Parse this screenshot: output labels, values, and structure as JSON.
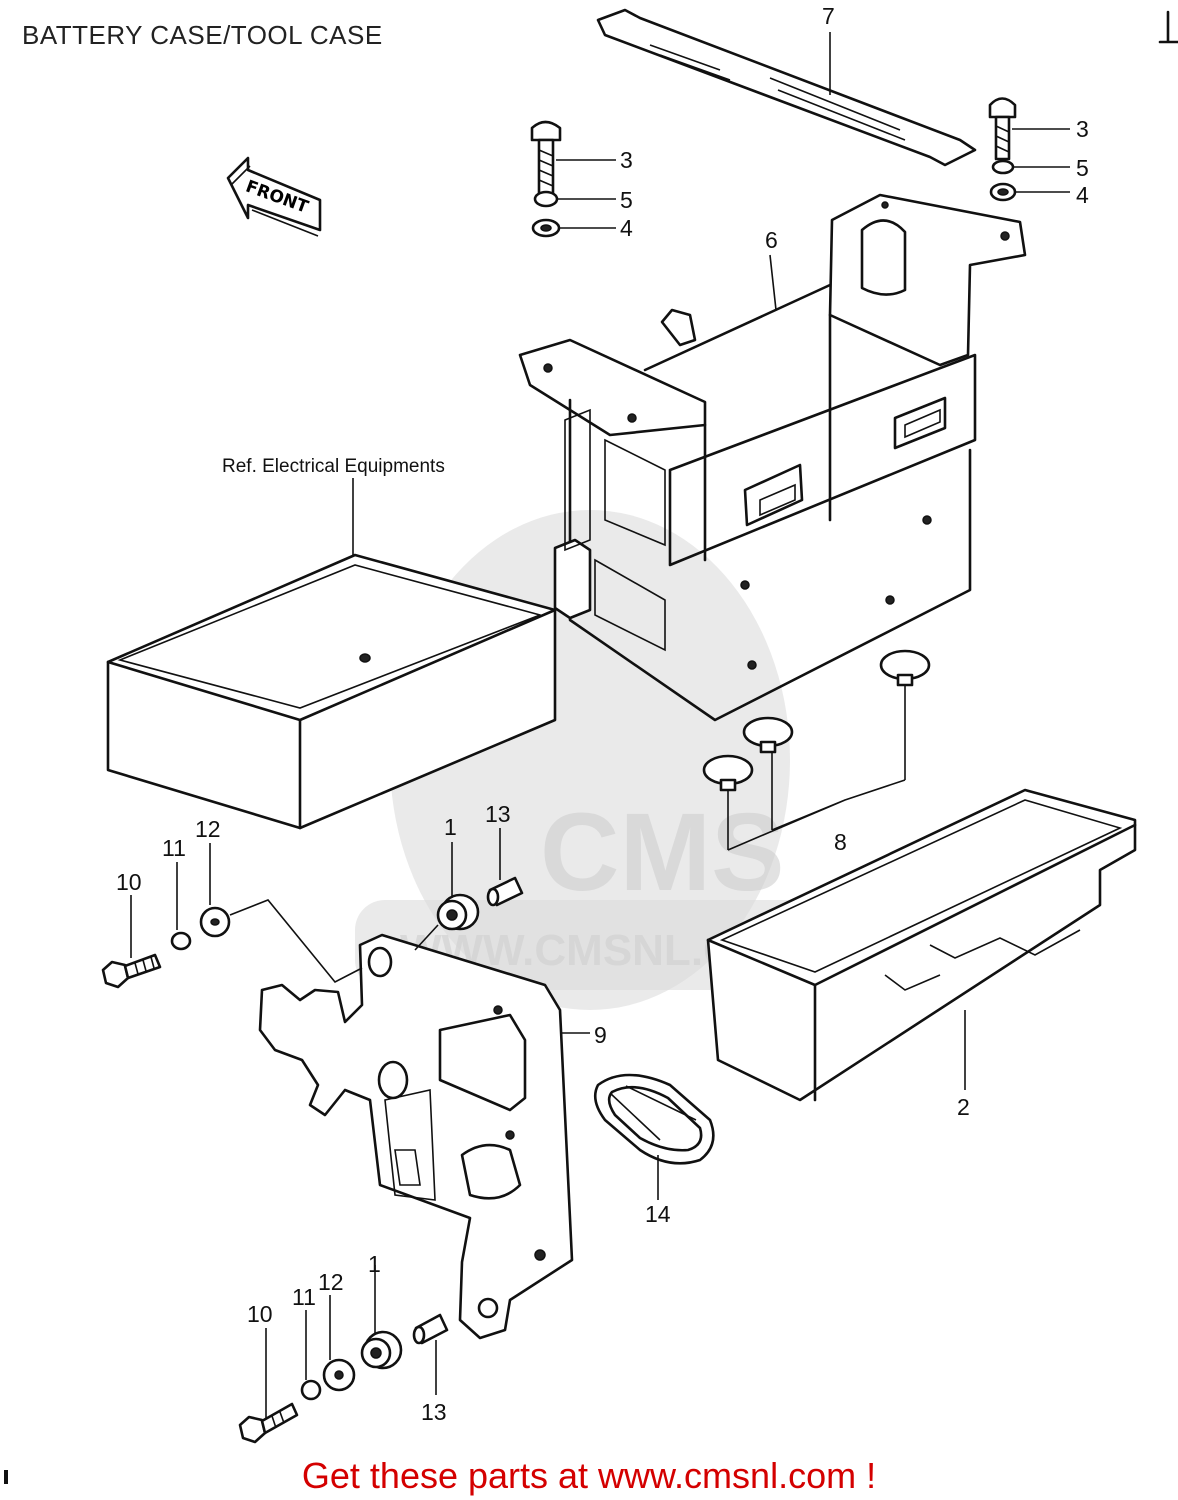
{
  "title": "BATTERY CASE/TOOL CASE",
  "footer": "Get these parts at www.cmsnl.com !",
  "front_arrow": "FRONT",
  "ref_text": "Ref.  Electrical Equipments",
  "watermark": {
    "brand": "CMS",
    "url": "WWW.CMSNL.COM"
  },
  "callouts": {
    "c1a": "1",
    "c1b": "1",
    "c2": "2",
    "c3a": "3",
    "c3b": "3",
    "c4a": "4",
    "c4b": "4",
    "c5a": "5",
    "c5b": "5",
    "c6": "6",
    "c7": "7",
    "c8": "8",
    "c9": "9",
    "c10a": "10",
    "c10b": "10",
    "c11a": "11",
    "c11b": "11",
    "c12a": "12",
    "c12b": "12",
    "c13a": "13",
    "c13b": "13",
    "c14": "14"
  },
  "colors": {
    "footer_text": "#d40000",
    "line": "#111111",
    "watermark": "#d0d0d0"
  }
}
